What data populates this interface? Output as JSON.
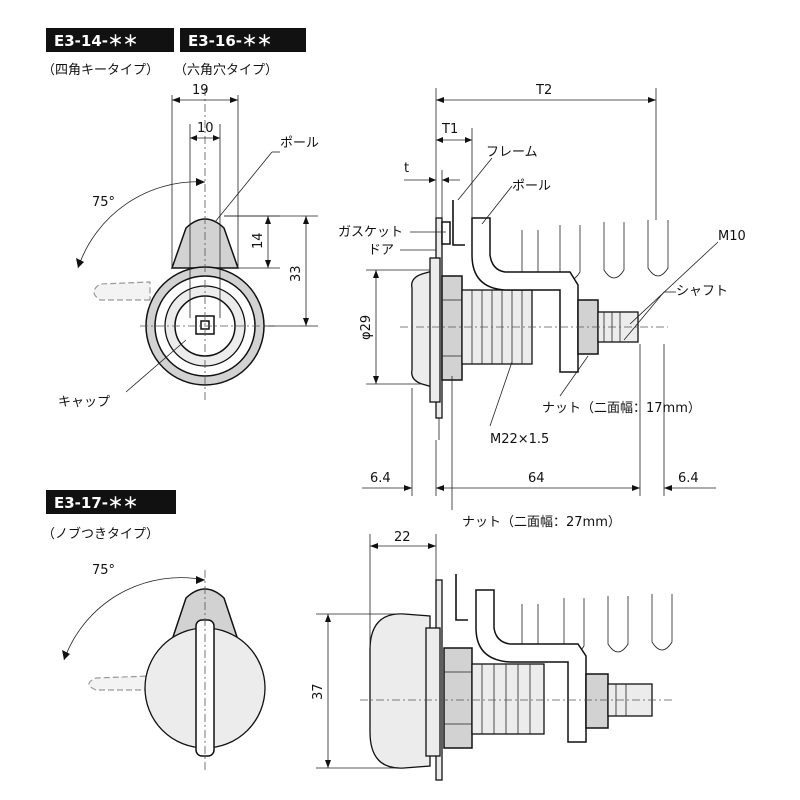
{
  "models": {
    "a": "E3-14-＊＊",
    "b": "E3-16-＊＊",
    "c": "E3-17-＊＊"
  },
  "types": {
    "a": "（四角キータイプ）",
    "b": "（六角穴タイプ）",
    "c": "（ノブつきタイプ）"
  },
  "dims": {
    "d19": "19",
    "d10": "10",
    "d14": "14",
    "d33": "33",
    "angle_top": "75°",
    "angle_bottom": "75°",
    "t": "t",
    "T1": "T1",
    "T2": "T2",
    "phi29": "φ29",
    "d64_left": "6.4",
    "d64": "64",
    "d64_right": "6.4",
    "d22": "22",
    "d37": "37"
  },
  "labels": {
    "pawl_left": "ポール",
    "cap": "キャップ",
    "frame": "フレーム",
    "pawl_right": "ポール",
    "gasket": "ガスケット",
    "door": "ドア",
    "m10": "M10",
    "shaft": "シャフト",
    "nut17": "ナット（二面幅：17mm）",
    "m22": "M22×1.5",
    "nut27": "ナット（二面幅：27mm）"
  }
}
